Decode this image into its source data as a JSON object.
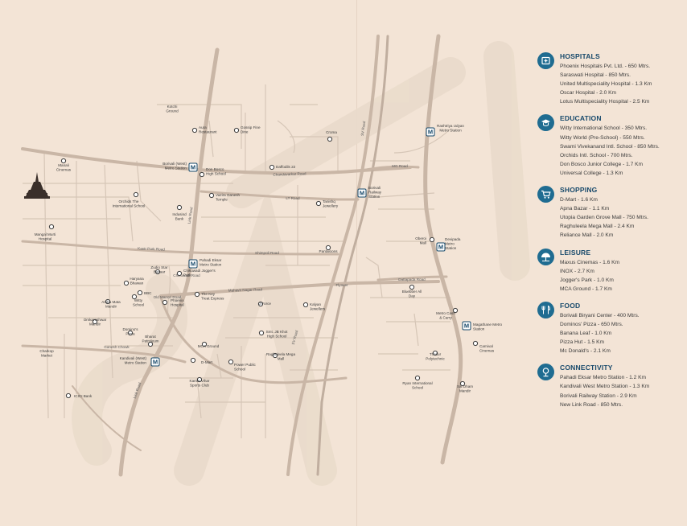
{
  "map": {
    "pois": [
      {
        "label": "Kotchi Ground"
      },
      {
        "label": "Aura Restaurant"
      },
      {
        "label": "Gossip Fine Dine"
      },
      {
        "label": "Croma"
      },
      {
        "label": "Manali Cinemas"
      },
      {
        "label": "Borivali (West) Metro Station"
      },
      {
        "label": "Don Bosco High School"
      },
      {
        "label": "Daffodils 22"
      },
      {
        "label": "Vazira Ganesh Temple"
      },
      {
        "label": "Tanishq Jewellery"
      },
      {
        "label": "Orchids The International School"
      },
      {
        "label": "Indusind Bank"
      },
      {
        "label": "Mangal Murti Hospital"
      },
      {
        "label": "Pantaloons"
      },
      {
        "label": "Pahadi Eksar Metro Station"
      },
      {
        "label": "Zudio Star Bazaar"
      },
      {
        "label": "Chikuwadi Jogger's Park"
      },
      {
        "label": "Haryana Bhawan"
      },
      {
        "label": "BBC"
      },
      {
        "label": "Amba Mata Mandir"
      },
      {
        "label": "Witty School"
      },
      {
        "label": "Phoenix Hospital"
      },
      {
        "label": "The Key Treat Express"
      },
      {
        "label": "D'Force"
      },
      {
        "label": "Kalyan Jewellers"
      },
      {
        "label": "Omkareshwar Mandir"
      },
      {
        "label": "Domino's Pizza"
      },
      {
        "label": "Bharat Petroleum"
      },
      {
        "label": "Charkop Market"
      },
      {
        "label": "Kandivali (West) Metro Station"
      },
      {
        "label": "MCA Ground"
      },
      {
        "label": "D-Mart"
      },
      {
        "label": "Smt. JB Khot High School"
      },
      {
        "label": "Raghuleela Mega Mall"
      },
      {
        "label": "Power Public School"
      },
      {
        "label": "Kamla Vihar Sports Club"
      },
      {
        "label": "ICICI Bank"
      },
      {
        "label": "Rashtriya Udyan Metro Station"
      },
      {
        "label": "Borivali Railway Station"
      },
      {
        "label": "Oberoi Mall"
      },
      {
        "label": "Devipada Metro Station"
      },
      {
        "label": "Bluebber All Day"
      },
      {
        "label": "Metro Cash & Carry"
      },
      {
        "label": "Magathane Metro Station"
      },
      {
        "label": "Carnival Cinemas"
      },
      {
        "label": "Thakur Polytechnic"
      },
      {
        "label": "Ryan International School"
      },
      {
        "label": "Sai Dham Mandir"
      }
    ],
    "roads": [
      {
        "label": "Chandavarkar Road"
      },
      {
        "label": "LT Road"
      },
      {
        "label": "Kastr Park Road"
      },
      {
        "label": "Link Road"
      },
      {
        "label": "Link Road"
      },
      {
        "label": "SV Road"
      },
      {
        "label": "SV Road"
      },
      {
        "label": "MG Road"
      },
      {
        "label": "Flyover"
      },
      {
        "label": "Dattapada Road"
      },
      {
        "label": "Shimpoli Road"
      },
      {
        "label": "Mahavir Nagar Road"
      },
      {
        "label": "Old Manori Road"
      },
      {
        "label": "Chikuwadi Road"
      },
      {
        "label": "Ganesh Chowk"
      }
    ]
  },
  "legend": [
    {
      "icon": "hospital-icon",
      "title": "HOSPITALS",
      "items": [
        "Phoenix Hospitals Pvt. Ltd. - 650 Mtrs.",
        "Saraswati Hospital - 850 Mtrs.",
        "United Multispeciality Hospital - 1.3 Km",
        "Oscar Hospital - 2.0 Km",
        "Lotus Multispeciality Hospital - 2.5 Km"
      ]
    },
    {
      "icon": "education-icon",
      "title": "EDUCATION",
      "items": [
        "Witty International School - 350 Mtrs.",
        "Witty World (Pre-School) - 550 Mtrs.",
        "Swami Vivekanand Intl. School - 850 Mtrs.",
        "Orchids Intl. School - 700 Mtrs.",
        "Don Bosco Junior College - 1.7 Km",
        "Universal College - 1.3 Km"
      ]
    },
    {
      "icon": "shopping-cart-icon",
      "title": "SHOPPING",
      "items": [
        "D-Mart - 1.6 Km",
        "Apna Bazar - 1.1 Km",
        "Utopia Garden Grove Mall - 750 Mtrs.",
        "Raghuleela Mega Mall - 2.4 Km",
        "Reliance Mall - 2.0 Km"
      ]
    },
    {
      "icon": "umbrella-icon",
      "title": "LEISURE",
      "items": [
        "Maxus Cinemas - 1.6 Km",
        "INOX - 2.7 Km",
        "Jogger's Park - 1.0 Km",
        "MCA Ground - 1.7 Km"
      ]
    },
    {
      "icon": "fork-knife-icon",
      "title": "FOOD",
      "items": [
        "Borivali Biryani Center - 400 Mtrs.",
        "Dominos' Pizza - 650 Mtrs.",
        "Banana Leaf - 1.0 Km",
        "Pizza Hut - 1.5 Km",
        "Mc Donald's - 2.1 Km"
      ]
    },
    {
      "icon": "connectivity-icon",
      "title": "CONNECTIVITY",
      "items": [
        "Pahadi Eksar Metro Station - 1.2 Km",
        "Kandivali West Metro Station - 1.3 Km",
        "Borivali Railway Station - 2.9 Km",
        "New Link Road - 850 Mtrs."
      ]
    }
  ],
  "colors": {
    "background": "#f3e4d6",
    "roads": "#cbbcae",
    "main_roads": "#bca99a",
    "accent": "#1f6c91",
    "heading": "#17496b"
  }
}
